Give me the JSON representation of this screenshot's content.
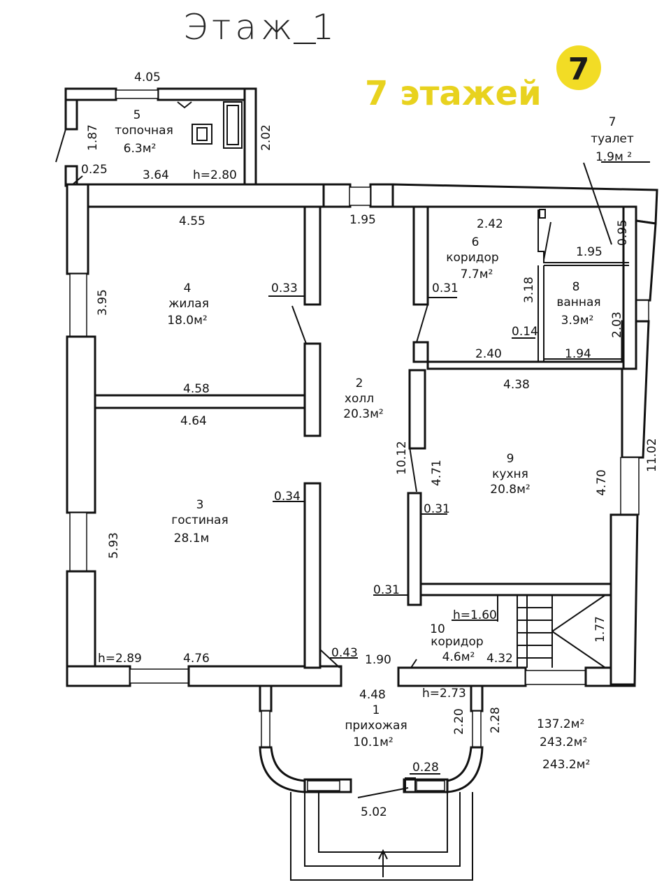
{
  "title": "Этаж 1",
  "brand": {
    "text": "7 этажей",
    "logo_digit": "7",
    "color": "#e8d21e"
  },
  "rooms": [
    {
      "num": "1",
      "name": "прихожая",
      "area": "10.1м²"
    },
    {
      "num": "2",
      "name": "холл",
      "area": "20.3м²"
    },
    {
      "num": "3",
      "name": "гостиная",
      "area": "28.1м"
    },
    {
      "num": "4",
      "name": "жилая",
      "area": "18.0м²"
    },
    {
      "num": "5",
      "name": "топочная",
      "area": "6.3м²"
    },
    {
      "num": "6",
      "name": "коридор",
      "area": "7.7м²"
    },
    {
      "num": "7",
      "name": "туалет",
      "area": "1.9м ²"
    },
    {
      "num": "8",
      "name": "ванная",
      "area": "3.9м²"
    },
    {
      "num": "9",
      "name": "кухня",
      "area": "20.8м²"
    },
    {
      "num": "10",
      "name": "коридор",
      "area": "4.6м²"
    }
  ],
  "dimensions": {
    "d405": "4.05",
    "d187": "1.87",
    "d025": "0.25",
    "d364": "3.64",
    "h280": "h=2.80",
    "d202": "2.02",
    "d455": "4.55",
    "d195a": "1.95",
    "d242": "2.42",
    "d195b": "1.95",
    "d095": "0.95",
    "d395": "3.95",
    "d033": "0.33",
    "d031a": "0.31",
    "d318": "3.18",
    "d014": "0.14",
    "d240": "2.40",
    "d194": "1.94",
    "d203": "2.03",
    "d458": "4.58",
    "d464": "4.64",
    "d438": "4.38",
    "d1012": "10.12",
    "d471": "4.71",
    "d470": "4.70",
    "d1102": "11.02",
    "d034": "0.34",
    "d031b": "0.31",
    "d593": "5.93",
    "d031c": "0.31",
    "h160": "h=1.60",
    "d177": "1.77",
    "h289": "h=2.89",
    "d476": "4.76",
    "d043": "0.43",
    "d190": "1.90",
    "d432": "4.32",
    "d448": "4.48",
    "h273": "h=2.73",
    "d220": "2.20",
    "d228": "2.28",
    "d028": "0.28",
    "d502": "5.02"
  },
  "totals": [
    "137.2м²",
    "243.2м²",
    "243.2м²"
  ]
}
